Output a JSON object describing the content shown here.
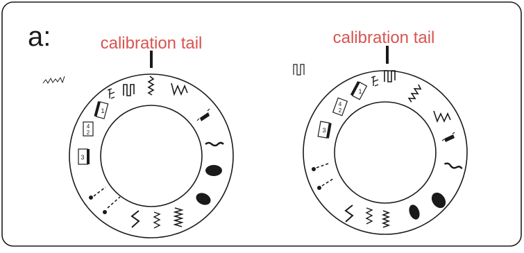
{
  "panel": {
    "label": "a:",
    "left_dial": {
      "calibration_label": "calibration tail"
    },
    "right_dial": {
      "calibration_label": "calibration tail"
    }
  },
  "colors": {
    "calibration_text": "#d9534f",
    "line": "#1a1a1a",
    "background": "#ffffff"
  },
  "icons": [
    "zigzag-stitch-icon",
    "three-step-zigzag-icon",
    "square-wave-stitch-icon",
    "buttonhole-step-1-icon",
    "buttonhole-step-2-4-icon",
    "buttonhole-step-3-icon",
    "straight-stitch-icon",
    "satin-stitch-icon",
    "leaf-stitch-icon",
    "wave-stitch-icon",
    "blind-hem-stitch-icon"
  ]
}
